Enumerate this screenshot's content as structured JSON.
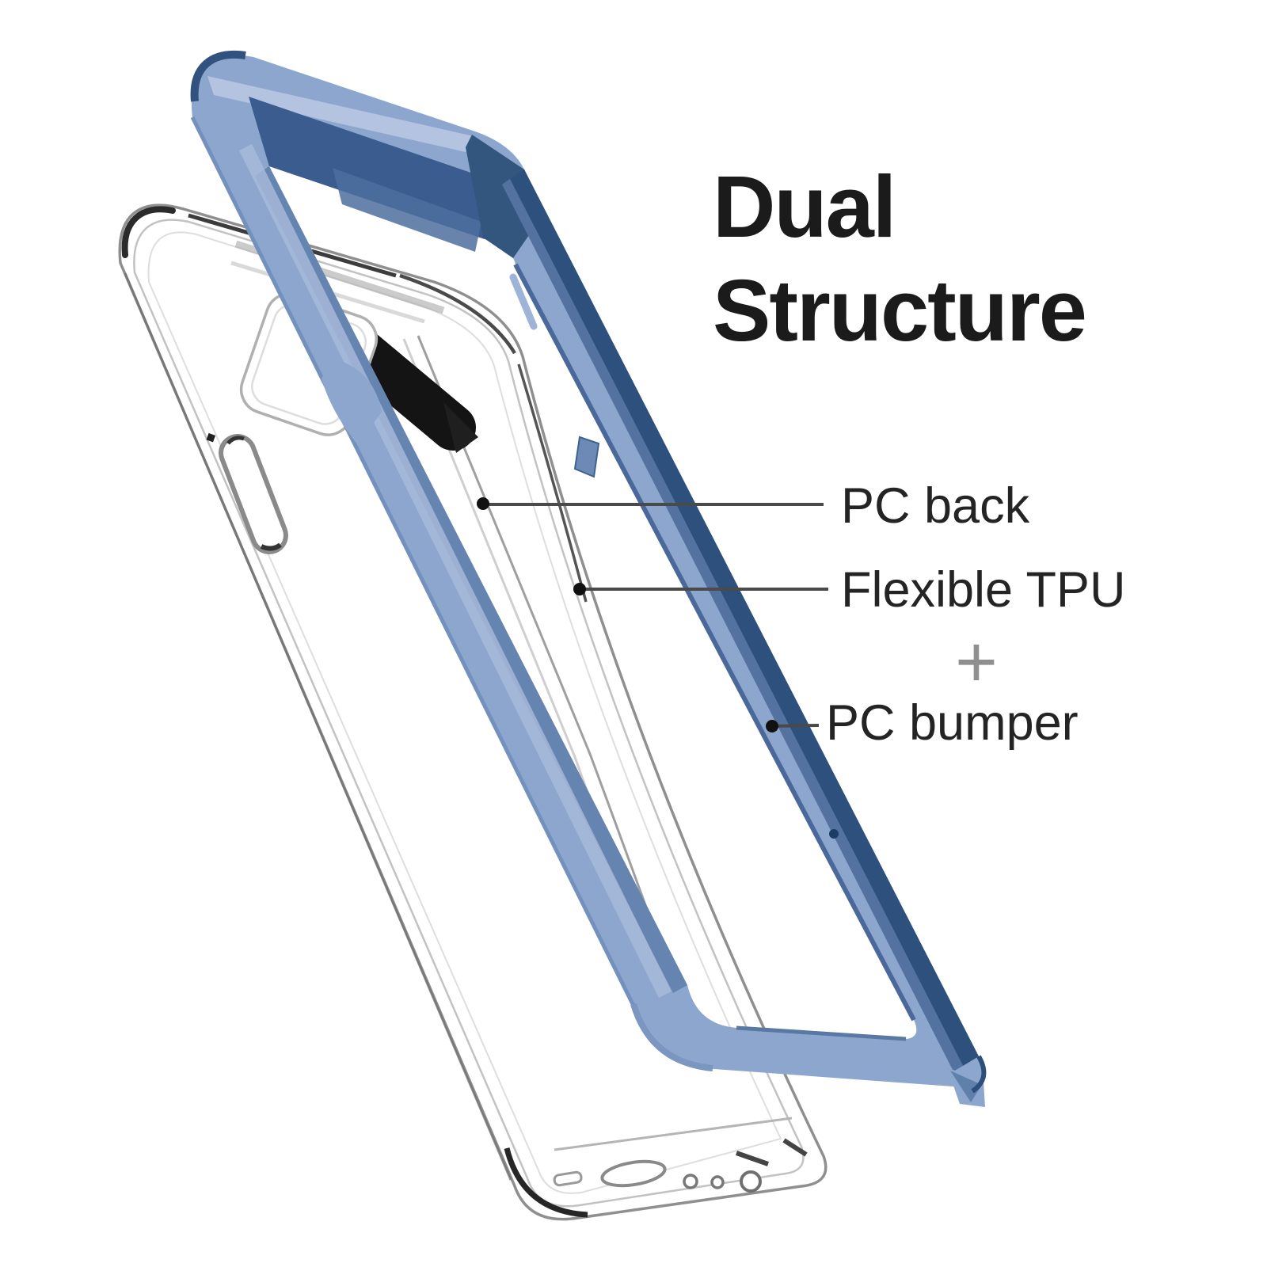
{
  "title": {
    "line1": "Dual",
    "line2": "Structure"
  },
  "callouts": {
    "pc_back": {
      "label": "PC back"
    },
    "flexible_tpu": {
      "label": "Flexible TPU"
    },
    "plus": "+",
    "pc_bumper": {
      "label": "PC bumper"
    }
  },
  "diagram": {
    "parts": {
      "bumper_frame": "pc-bumper-frame",
      "clear_case": "clear-tpu-case",
      "camera_cutout": "camera-cutout",
      "volume_button": "volume-button-cutout"
    }
  },
  "colors": {
    "background": "#ffffff",
    "title_text": "#1b1b1b",
    "label_text": "#242424",
    "leader_line": "#4a4a4a",
    "callout_dot": "#111111",
    "plus_symbol": "#8f8f8f",
    "bumper_light_blue": "#8da6ce",
    "bumper_highlight": "#b3c3e0",
    "bumper_mid_blue": "#5f7dab",
    "bumper_dark_blue": "#33567f",
    "bumper_navy": "#2d4e7b",
    "case_outline_gray": "#9a9a9a",
    "case_outline_light": "#c2c2c2",
    "case_dark_accent": "#2b2b2b",
    "camera_slot_black": "#141414"
  }
}
